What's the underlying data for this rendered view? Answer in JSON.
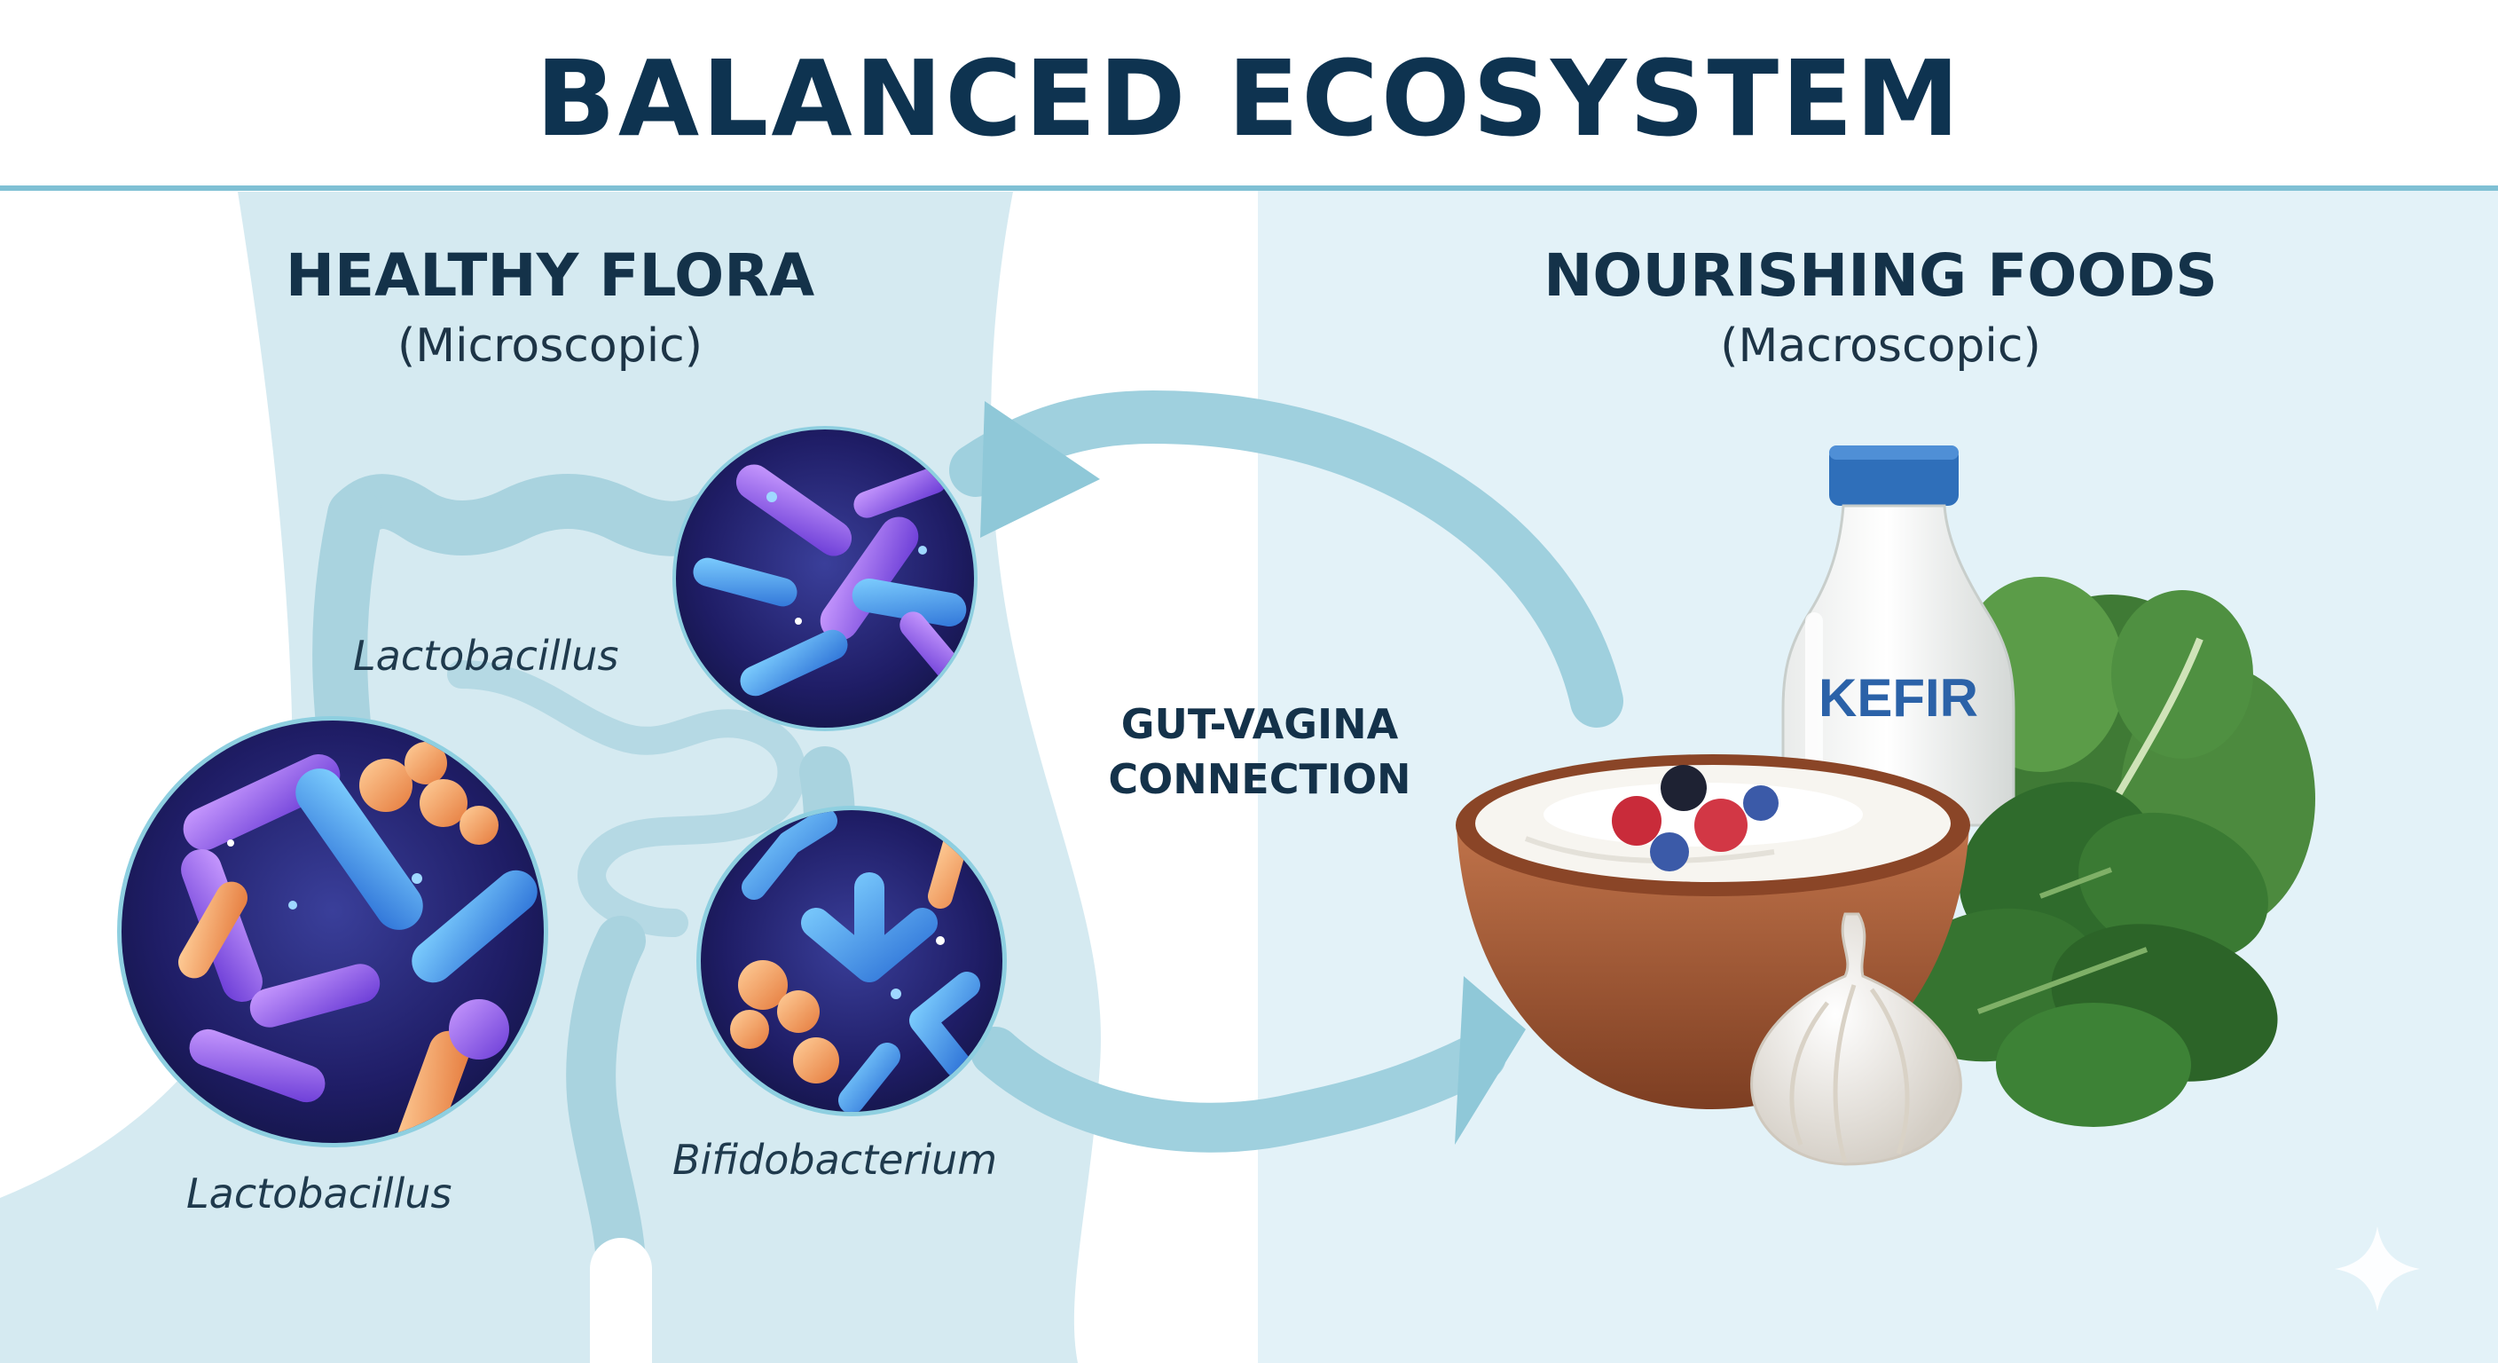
{
  "title": "BALANCED ECOSYSTEM",
  "left_panel": {
    "heading": "HEALTHY FLORA",
    "subheading": "(Microscopic)",
    "labels": {
      "lacto_top": "Lactobacillus",
      "lacto_bottom": "Lactobacillus",
      "bifido": "Bifidobacterium"
    }
  },
  "right_panel": {
    "heading": "NOURISHING FOODS",
    "subheading": "(Macroscopic)",
    "bottle_label": "KEFIR"
  },
  "connection": {
    "line1": "GUT-VAGINA",
    "line2": "CONNECTION"
  },
  "colors": {
    "title": "#0e3350",
    "panel_bg": "#e3f2f8",
    "body_silhouette": "#cfe7ef",
    "intestine": "#a9d3df",
    "arrow": "#8fc8d8",
    "microbe_bg": "#1c1a5e",
    "kefir_text": "#2b62a8",
    "bottle_cap": "#2f6fba"
  },
  "icons": [
    "microbe-circle",
    "kefir-bottle",
    "yogurt-bowl",
    "garlic-bulb",
    "kale-leaves",
    "spinach-leaves",
    "sparkle-icon"
  ]
}
